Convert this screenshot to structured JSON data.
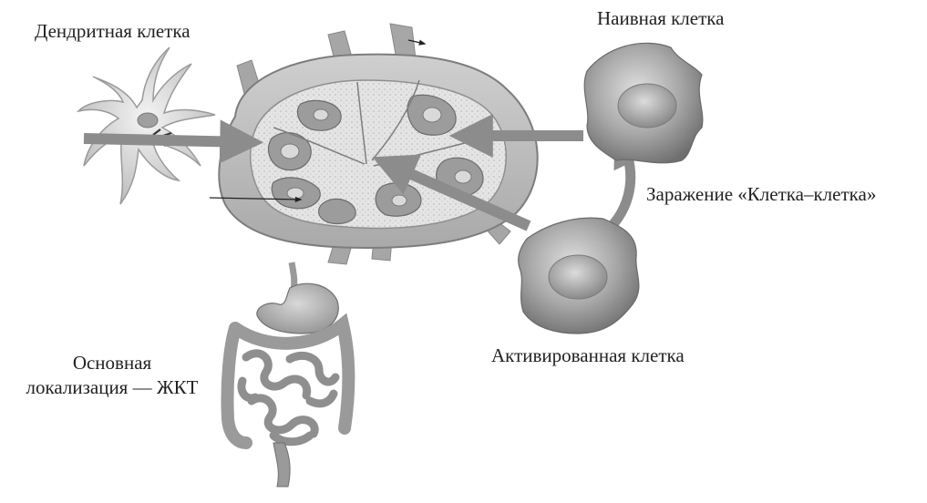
{
  "labels": {
    "dendritic_cell": "Дендритная клетка",
    "naive_cell": "Наивная клетка",
    "cell_to_cell_infection": "Заражение «Клетка–клетка»",
    "activated_cell": "Активированная клетка",
    "primary_location_line1": "Основная",
    "primary_location_line2": "локализация — ЖКТ"
  },
  "colors": {
    "arrow": "#8c8c8c",
    "cell_gray": "#9a9a9a",
    "node_tissue": "#bdbdbd",
    "text": "#222222"
  },
  "icons": {
    "dendritic_cell": "dendritic-cell-icon",
    "lymph_node": "lymph-node-icon",
    "naive_cell": "naive-cell-icon",
    "activated_cell": "activated-cell-icon",
    "digestive_tract": "digestive-tract-icon"
  }
}
